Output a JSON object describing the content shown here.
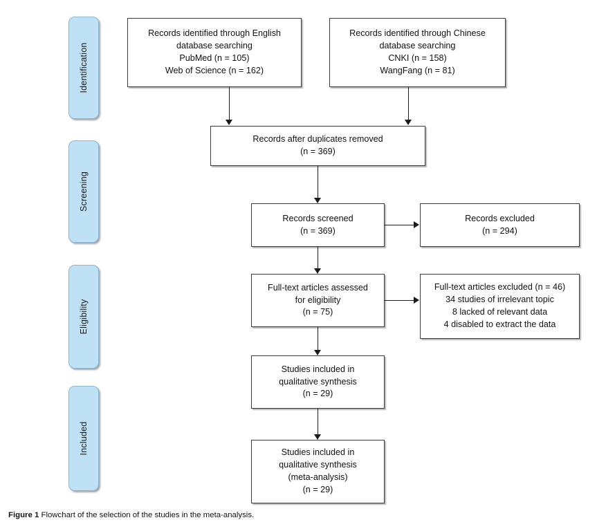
{
  "figure": {
    "caption_lead": "Figure 1",
    "caption_text": "Flowchart of the selection of the studies in the meta-analysis."
  },
  "stages": [
    {
      "id": "identification",
      "label": "Identification"
    },
    {
      "id": "screening",
      "label": "Screening"
    },
    {
      "id": "eligibility",
      "label": "Eligibility"
    },
    {
      "id": "included",
      "label": "Included"
    }
  ],
  "boxes": {
    "english_records": "Records identified through English\ndatabase searching\nPubMed (n = 105)\nWeb of Science (n = 162)",
    "chinese_records": "Records identified through Chinese\ndatabase searching\nCNKI (n = 158)\nWangFang (n = 81)",
    "duplicates_removed": "Records after duplicates removed\n(n = 369)",
    "records_screened": "Records screened\n(n = 369)",
    "records_excluded": "Records excluded\n(n = 294)",
    "fulltext_assessed": "Full-text articles assessed\nfor eligibility\n(n = 75)",
    "fulltext_excluded": "Full-text articles excluded (n = 46)\n34 studies of irrelevant topic\n8 lacked of relevant data\n4 disabled to extract the data",
    "qualitative_synthesis": "Studies included in\nqualitative synthesis\n(n = 29)",
    "meta_analysis": "Studies included in\nqualitative synthesis\n(meta-analysis)\n(n = 29)"
  },
  "chart_data": {
    "type": "diagram",
    "title": "PRISMA study selection flowchart",
    "nodes": [
      {
        "id": "english_records",
        "stage": "Identification",
        "counts": {
          "PubMed": 105,
          "Web of Science": 162
        }
      },
      {
        "id": "chinese_records",
        "stage": "Identification",
        "counts": {
          "CNKI": 158,
          "WangFang": 81
        }
      },
      {
        "id": "duplicates_removed",
        "stage": "Identification",
        "n": 369
      },
      {
        "id": "records_screened",
        "stage": "Screening",
        "n": 369
      },
      {
        "id": "records_excluded",
        "stage": "Screening",
        "n": 294
      },
      {
        "id": "fulltext_assessed",
        "stage": "Eligibility",
        "n": 75
      },
      {
        "id": "fulltext_excluded",
        "stage": "Eligibility",
        "n": 46,
        "reasons": [
          {
            "label": "studies of irrelevant topic",
            "n": 34
          },
          {
            "label": "lacked of relevant data",
            "n": 8
          },
          {
            "label": "disabled to extract the data",
            "n": 4
          }
        ]
      },
      {
        "id": "qualitative_synthesis",
        "stage": "Included",
        "n": 29
      },
      {
        "id": "meta_analysis",
        "stage": "Included",
        "n": 29
      }
    ],
    "edges": [
      {
        "from": "english_records",
        "to": "duplicates_removed"
      },
      {
        "from": "chinese_records",
        "to": "duplicates_removed"
      },
      {
        "from": "duplicates_removed",
        "to": "records_screened"
      },
      {
        "from": "records_screened",
        "to": "records_excluded"
      },
      {
        "from": "records_screened",
        "to": "fulltext_assessed"
      },
      {
        "from": "fulltext_assessed",
        "to": "fulltext_excluded"
      },
      {
        "from": "fulltext_assessed",
        "to": "qualitative_synthesis"
      },
      {
        "from": "qualitative_synthesis",
        "to": "meta_analysis"
      }
    ]
  },
  "colors": {
    "stage_fill": "#bfe1f6",
    "stage_border": "#8ab6d4",
    "box_border": "#3a3a3a",
    "connector": "#1a1a1a"
  }
}
